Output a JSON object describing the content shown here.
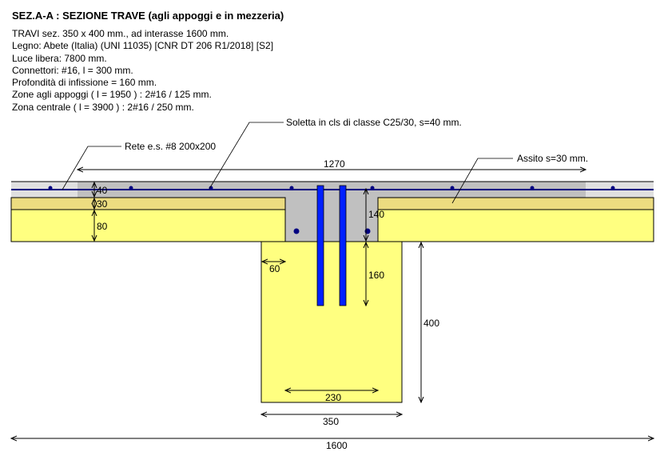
{
  "title": "SEZ.A-A : SEZIONE TRAVE (agli appoggi e in mezzeria)",
  "info_lines": [
    "TRAVI sez. 350 x 400 mm., ad interasse 1600 mm.",
    "Legno: Abete (Italia) (UNI 11035) [CNR DT 206 R1/2018] [S2]",
    "Luce libera: 7800 mm.",
    "Connettori: #16, l = 300 mm.",
    "Profondità di infissione = 160 mm.",
    "Zone agli appoggi ( l = 1950 ) :  2#16 / 125 mm.",
    "Zona centrale ( l = 3900 ) :  2#16 / 250 mm."
  ],
  "callouts": {
    "rete": "Rete e.s. #8  200x200",
    "soletta": "Soletta in cls di classe C25/30, s=40 mm.",
    "assito": "Assito s=30  mm."
  },
  "dimensions": {
    "slab_width": "1270",
    "slab_thickness": "40",
    "assito_thickness": "30",
    "batten_height": "80",
    "concrete_rib": "140",
    "notch": "60",
    "embed_depth": "160",
    "beam_height": "400",
    "inner_width": "230",
    "beam_width": "350",
    "spacing": "1600"
  },
  "colors": {
    "concrete": "#c0c0c0",
    "concrete_light": "#e0e0e0",
    "assito": "#ecdc80",
    "timber": "#ffff80",
    "connector": "#0020ff",
    "rebar": "#000080"
  }
}
